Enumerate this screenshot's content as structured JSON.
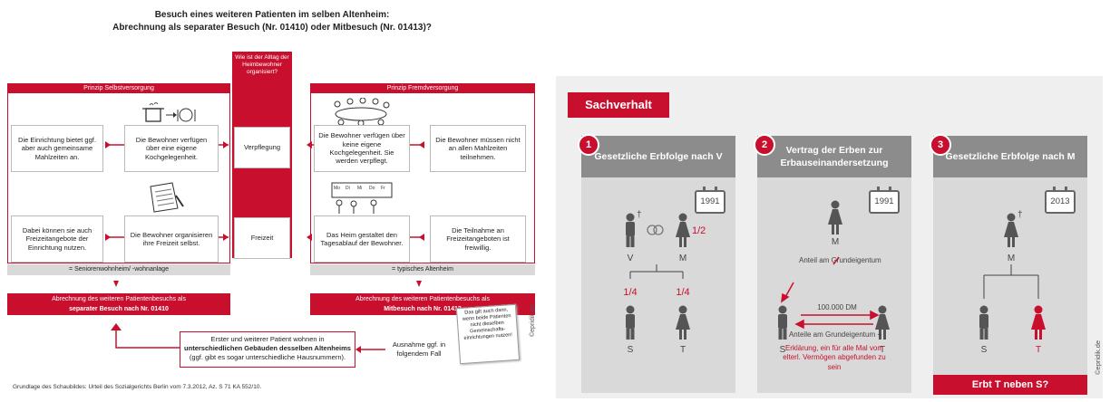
{
  "left": {
    "title_line1": "Besuch eines weiteren Patienten im selben Altenheim:",
    "title_line2": "Abrechnung als separater Besuch (Nr. 01410) oder Mitbesuch (Nr. 01413)?",
    "center_question": "Wie ist der Alltag der Heimbewohner organisiert?",
    "header_self": "Prinzip Selbstversorgung",
    "header_other": "Prinzip Fremdversorgung",
    "row_verpflegung": "Verpflegung",
    "row_freizeit": "Freizeit",
    "self_meal_far": "Die Einrichtung bietet ggf. aber auch gemeinsame Mahlzeiten an.",
    "self_meal_near": "Die Bewohner verfügen über eine eigene Kochgelegenheit.",
    "other_meal_near": "Die Bewohner verfügen über keine eigene Kochgelegenheit. Sie werden verpflegt.",
    "other_meal_far": "Die Bewohner müssen nicht an allen Mahlzeiten teilnehmen.",
    "self_free_far": "Dabei können sie auch Freizeitangebote der Einrichtung nutzen.",
    "self_free_near": "Die Bewohner organisieren ihre Freizeit selbst.",
    "other_free_near": "Das Heim gestaltet den Tagesablauf der Bewohner.",
    "other_free_far": "Die Teilnahme an Freizeitangeboten ist freiwillig.",
    "gray_self": "= Seniorenwohnheim/ -wohnanlage",
    "gray_other": "= typisches Altenheim",
    "result_self_line1": "Abrechnung des weiteren Patientenbesuchs als",
    "result_self_line2": "separater Besuch nach Nr. 01410",
    "result_other_line1": "Abrechnung des weiteren Patientenbesuchs als",
    "result_other_line2": "Mitbesuch nach Nr. 01413",
    "note": "Das gilt auch dann, wenn beide Patienten nicht dieselben Gemeinschafts-einrichtungen nutzen!",
    "bottom_line1": "Erster und weiterer Patient wohnen in",
    "bottom_line2": "unterschiedlichen Gebäuden desselben Altenheims",
    "bottom_line3": "(ggf. gibt es sogar unterschiedliche Hausnummern).",
    "exception": "Ausnahme ggf. in folgendem Fall",
    "copyright": "©epridik.de",
    "footer": "Grundlage des Schaubildes: Urteil des Sozialgerichts Berlin vom 7.3.2012, Az. S 71 KA 552/10.",
    "board_labels": [
      "Mo",
      "Di",
      "Mi",
      "Do",
      "Fr"
    ]
  },
  "right": {
    "section_title": "Sachverhalt",
    "col1": {
      "num": "1",
      "title": "Gesetzliche Erbfolge nach V",
      "year": "1991",
      "frac": "1/2",
      "v": "V",
      "m": "M",
      "share_s": "1/4",
      "share_t": "1/4",
      "s": "S",
      "t": "T"
    },
    "col2": {
      "num": "2",
      "title": "Vertrag der Erben zur Erbauseinandersetzung",
      "year": "1991",
      "m": "M",
      "share_label": "Anteil am Grundeigentum",
      "amount": "100.000 DM",
      "share_plus": "Anteile am Grundeigentum +",
      "s": "S",
      "t": "T",
      "red_text": "Erklärung, ein für alle Mal vom elterl. Vermögen abgefunden zu sein"
    },
    "col3": {
      "num": "3",
      "title": "Gesetzliche Erbfolge nach M",
      "year": "2013",
      "m": "M",
      "s": "S",
      "t": "T",
      "question": "Erbt T neben S?"
    },
    "copyright": "©epridik.de"
  }
}
